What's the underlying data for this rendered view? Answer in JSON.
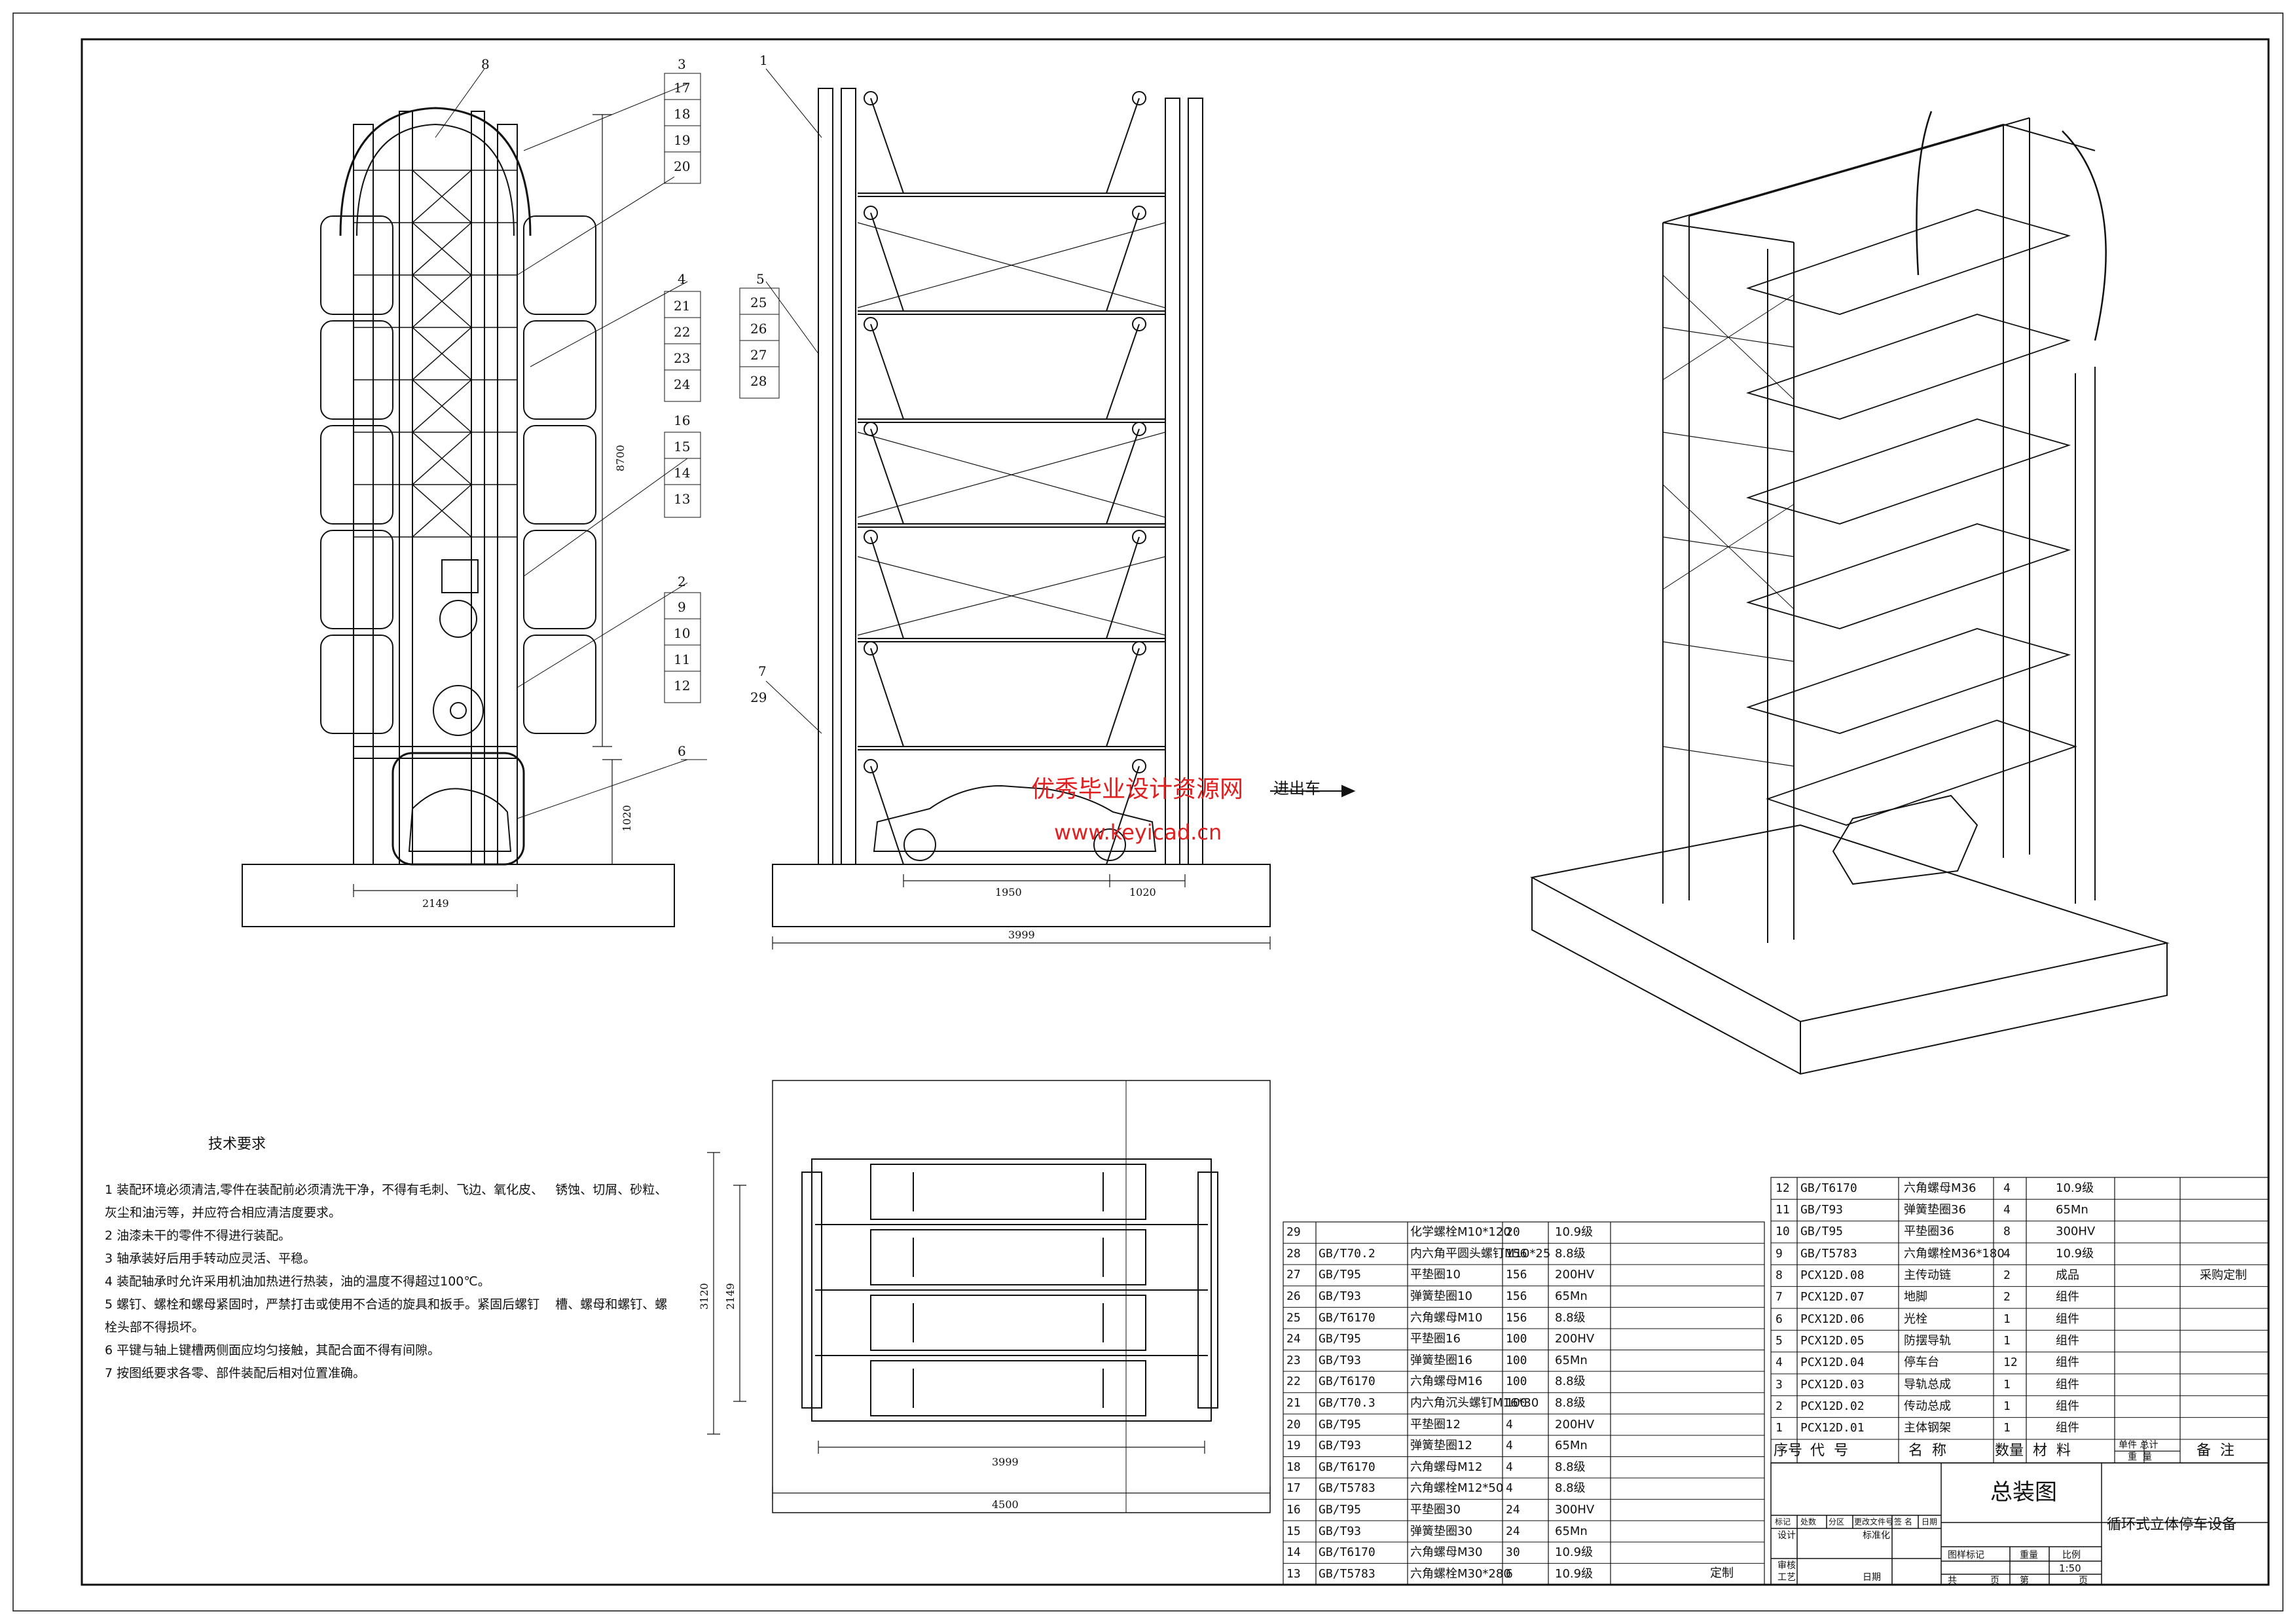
{
  "drawing": {
    "title": "总装图",
    "product": "循环式立体停车设备",
    "scale": "1:50",
    "direction_label": "进出车",
    "watermark_cn": "优秀毕业设计资源网",
    "watermark_url": "www.keyicad.cn"
  },
  "dimensions": {
    "front_width": "2149",
    "front_height": "8700",
    "front_bottom": "1020",
    "side_a": "1950",
    "side_b": "1020",
    "side_total": "3999",
    "plan_width": "3999",
    "plan_total": "4500",
    "plan_height_outer": "3120",
    "plan_height_inner": "2149"
  },
  "leaders": {
    "front_top": "8",
    "group_a": [
      "3",
      "17",
      "18",
      "19",
      "20"
    ],
    "group_b": [
      "4",
      "21",
      "22",
      "23",
      "24"
    ],
    "group_c": [
      "16",
      "15",
      "14",
      "13"
    ],
    "group_d": [
      "2",
      "9",
      "10",
      "11",
      "12"
    ],
    "single_6": "6",
    "side_1": "1",
    "side_group": [
      "5",
      "25",
      "26",
      "27",
      "28"
    ],
    "side_group2": [
      "7",
      "29"
    ]
  },
  "requirements": {
    "heading": "技术要求",
    "lines": [
      "1 装配环境必须清洁,零件在装配前必须清洗干净，不得有毛刺、飞边、氧化皮、   锈蚀、切屑、砂粒、",
      "灰尘和油污等，并应符合相应清洁度要求。",
      "2 油漆未干的零件不得进行装配。",
      "3 轴承装好后用手转动应灵活、平稳。",
      "4 装配轴承时允许采用机油加热进行热装，油的温度不得超过100℃。",
      "5 螺钉、螺栓和螺母紧固时，严禁打击或使用不合适的旋具和扳手。紧固后螺钉    槽、螺母和螺钉、螺",
      "栓头部不得损坏。",
      "6 平键与轴上键槽两侧面应均匀接触，其配合面不得有间隙。",
      "7 按图纸要求各零、部件装配后相对位置准确。"
    ]
  },
  "bom_left": [
    {
      "no": "29",
      "code": "",
      "name": "化学螺栓M10*120",
      "qty": "20",
      "mat": "10.9级"
    },
    {
      "no": "28",
      "code": "GB/T70.2",
      "name": "内六角平圆头螺钉M10*25",
      "qty": "156",
      "mat": "8.8级"
    },
    {
      "no": "27",
      "code": "GB/T95",
      "name": "平垫圈10",
      "qty": "156",
      "mat": "200HV"
    },
    {
      "no": "26",
      "code": "GB/T93",
      "name": "弹簧垫圈10",
      "qty": "156",
      "mat": "65Mn"
    },
    {
      "no": "25",
      "code": "GB/T6170",
      "name": "六角螺母M10",
      "qty": "156",
      "mat": "8.8级"
    },
    {
      "no": "24",
      "code": "GB/T95",
      "name": "平垫圈16",
      "qty": "100",
      "mat": "200HV"
    },
    {
      "no": "23",
      "code": "GB/T93",
      "name": "弹簧垫圈16",
      "qty": "100",
      "mat": "65Mn"
    },
    {
      "no": "22",
      "code": "GB/T6170",
      "name": "六角螺母M16",
      "qty": "100",
      "mat": "8.8级"
    },
    {
      "no": "21",
      "code": "GB/T70.3",
      "name": "内六角沉头螺钉M16*30",
      "qty": "100",
      "mat": "8.8级"
    },
    {
      "no": "20",
      "code": "GB/T95",
      "name": "平垫圈12",
      "qty": "4",
      "mat": "200HV"
    },
    {
      "no": "19",
      "code": "GB/T93",
      "name": "弹簧垫圈12",
      "qty": "4",
      "mat": "65Mn"
    },
    {
      "no": "18",
      "code": "GB/T6170",
      "name": "六角螺母M12",
      "qty": "4",
      "mat": "8.8级"
    },
    {
      "no": "17",
      "code": "GB/T5783",
      "name": "六角螺栓M12*50",
      "qty": "4",
      "mat": "8.8级"
    },
    {
      "no": "16",
      "code": "GB/T95",
      "name": "平垫圈30",
      "qty": "24",
      "mat": "300HV"
    },
    {
      "no": "15",
      "code": "GB/T93",
      "name": "弹簧垫圈30",
      "qty": "24",
      "mat": "65Mn"
    },
    {
      "no": "14",
      "code": "GB/T6170",
      "name": "六角螺母M30",
      "qty": "30",
      "mat": "10.9级"
    },
    {
      "no": "13",
      "code": "GB/T5783",
      "name": "六角螺栓M30*280",
      "qty": "6",
      "mat": "10.9级"
    }
  ],
  "bom_left_note": "定制",
  "bom_right": [
    {
      "no": "12",
      "code": "GB/T6170",
      "name": "六角螺母M36",
      "qty": "4",
      "mat": "10.9级",
      "note": ""
    },
    {
      "no": "11",
      "code": "GB/T93",
      "name": "弹簧垫圈36",
      "qty": "4",
      "mat": "65Mn",
      "note": ""
    },
    {
      "no": "10",
      "code": "GB/T95",
      "name": "平垫圈36",
      "qty": "8",
      "mat": "300HV",
      "note": ""
    },
    {
      "no": "9",
      "code": "GB/T5783",
      "name": "六角螺栓M36*180",
      "qty": "4",
      "mat": "10.9级",
      "note": ""
    },
    {
      "no": "8",
      "code": "PCX12D.08",
      "name": "主传动链",
      "qty": "2",
      "mat": "成品",
      "note": "采购定制"
    },
    {
      "no": "7",
      "code": "PCX12D.07",
      "name": "地脚",
      "qty": "2",
      "mat": "组件",
      "note": ""
    },
    {
      "no": "6",
      "code": "PCX12D.06",
      "name": "光栓",
      "qty": "1",
      "mat": "组件",
      "note": ""
    },
    {
      "no": "5",
      "code": "PCX12D.05",
      "name": "防摆导轨",
      "qty": "1",
      "mat": "组件",
      "note": ""
    },
    {
      "no": "4",
      "code": "PCX12D.04",
      "name": "停车台",
      "qty": "12",
      "mat": "组件",
      "note": ""
    },
    {
      "no": "3",
      "code": "PCX12D.03",
      "name": "导轨总成",
      "qty": "1",
      "mat": "组件",
      "note": ""
    },
    {
      "no": "2",
      "code": "PCX12D.02",
      "name": "传动总成",
      "qty": "1",
      "mat": "组件",
      "note": ""
    },
    {
      "no": "1",
      "code": "PCX12D.01",
      "name": "主体钢架",
      "qty": "1",
      "mat": "组件",
      "note": ""
    }
  ],
  "bom_header": {
    "no": "序号",
    "code": "代  号",
    "name": "名  称",
    "qty": "数量",
    "mat": "材  料",
    "unit_total": "单件 总计",
    "weight": "重  量",
    "note": "备  注"
  },
  "title_block": {
    "rev_row": [
      "标记",
      "处数",
      "分区",
      "更改文件号",
      "签 名",
      "日期"
    ],
    "design": "设计",
    "std": "标准化",
    "check": "审核",
    "process": "工艺",
    "date": "日期",
    "stage": "图样标记",
    "weight": "重量",
    "ratio": "比例",
    "total": "共",
    "sheet": "页",
    "no": "第",
    "page": "页"
  }
}
